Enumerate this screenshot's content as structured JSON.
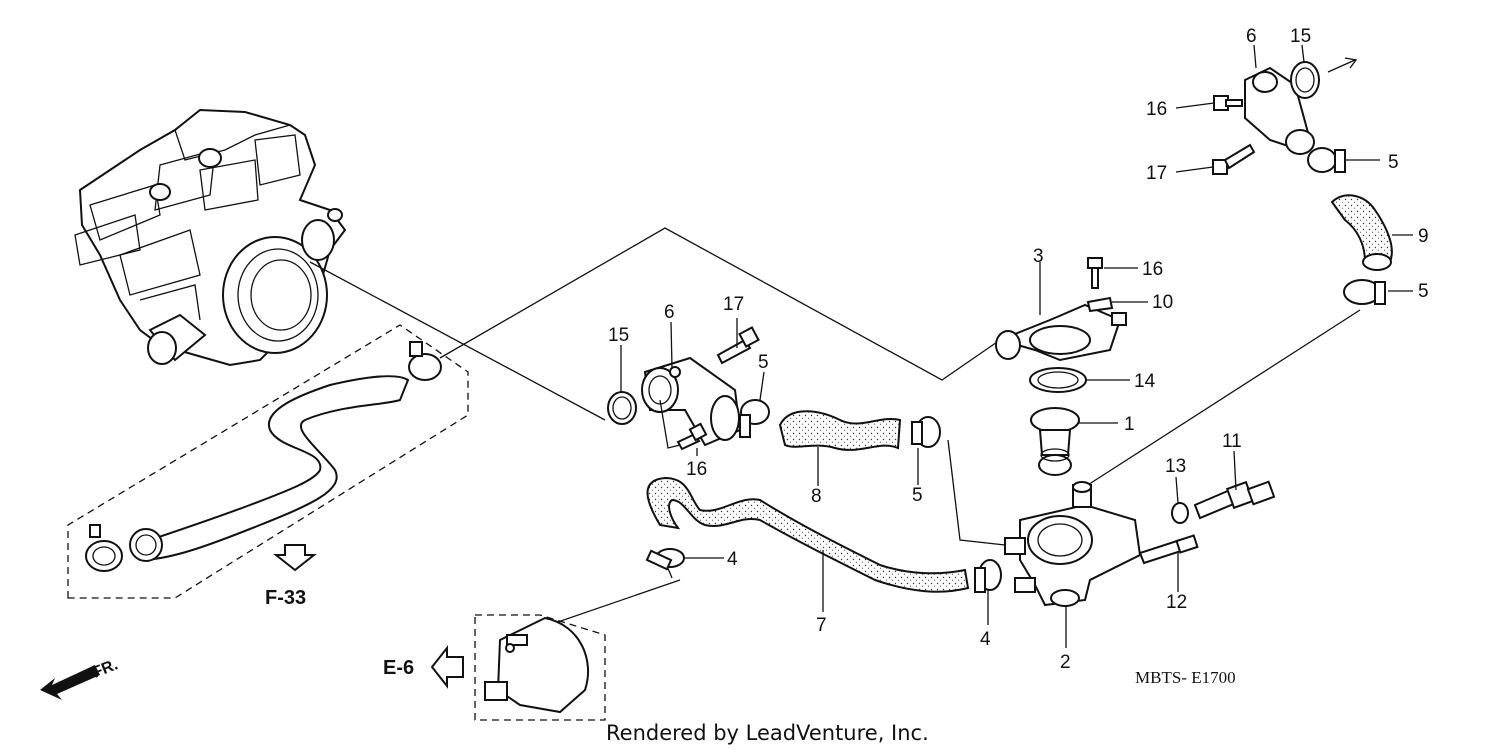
{
  "diagram": {
    "catalog_code": "MBTS- E1700",
    "credit": "Rendered by LeadVenture, Inc.",
    "references": {
      "f33": "F-33",
      "e6": "E-6"
    },
    "front_marker": "FR.",
    "callouts": {
      "c1": "1",
      "c2": "2",
      "c3": "3",
      "c4a": "4",
      "c4b": "4",
      "c5a": "5",
      "c5b": "5",
      "c5c": "5",
      "c5d": "5",
      "c6a": "6",
      "c6b": "6",
      "c7": "7",
      "c8": "8",
      "c9": "9",
      "c10": "10",
      "c11": "11",
      "c12": "12",
      "c13": "13",
      "c14": "14",
      "c15a": "15",
      "c15b": "15",
      "c16a": "16",
      "c16b": "16",
      "c16c": "16",
      "c17a": "17",
      "c17b": "17"
    }
  }
}
